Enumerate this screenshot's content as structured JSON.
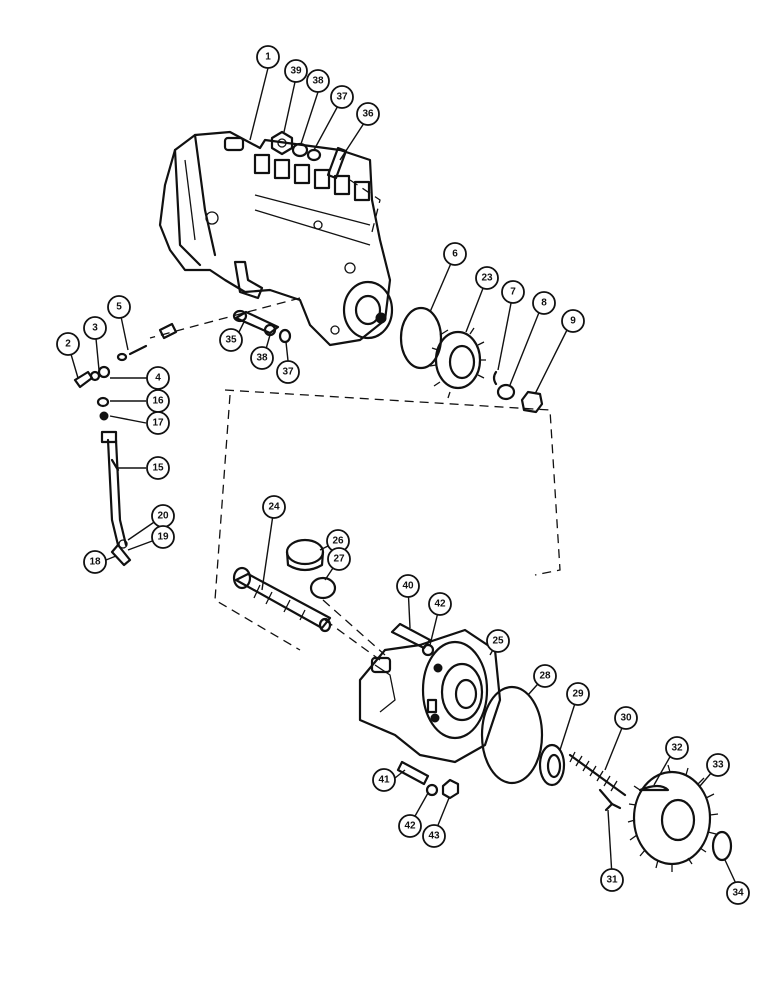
{
  "labels": {
    "l1": "1",
    "l2": "2",
    "l3": "3",
    "l4": "4",
    "l5": "5",
    "l6": "6",
    "l7": "7",
    "l8": "8",
    "l9": "9",
    "l15": "15",
    "l16": "16",
    "l17": "17",
    "l18": "18",
    "l19": "19",
    "l20": "20",
    "l23": "23",
    "l24": "24",
    "l25": "25",
    "l26": "26",
    "l27": "27",
    "l28": "28",
    "l29": "29",
    "l30": "30",
    "l31": "31",
    "l32": "32",
    "l33": "33",
    "l34": "34",
    "l35": "35",
    "l36": "36",
    "l37": "37",
    "l37b": "37",
    "l38": "38",
    "l38b": "38",
    "l39": "39",
    "l40": "40",
    "l41": "41",
    "l42": "42",
    "l42b": "42",
    "l43": "43"
  },
  "colors": {
    "ink": "#111111",
    "paper": "#ffffff"
  }
}
